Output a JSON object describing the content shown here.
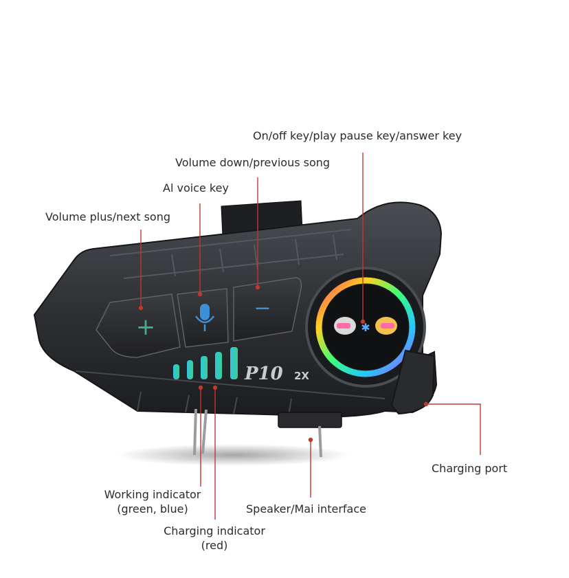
{
  "labels": {
    "power_key": "On/off key/play pause key/answer key",
    "volume_down": "Volume down/previous song",
    "ai_voice": "Al voice key",
    "volume_plus": "Volume plus/next song",
    "charging_port": "Charging port",
    "working_indicator_1": "Working indicator",
    "working_indicator_2": "(green, blue)",
    "speaker_interface": "Speaker/Mai interface",
    "charging_indicator_1": "Charging indicator",
    "charging_indicator_2": "(red)"
  },
  "device": {
    "model": "P10",
    "model_suffix": "2X",
    "plus_symbol": "+",
    "minus_symbol": "−",
    "bluetooth_symbol": "✱"
  },
  "colors": {
    "leader_line": "#c0392b",
    "body_dark": "#2c2e31",
    "button_green": "#3fae8a",
    "button_blue": "#3d8fd6",
    "indicator_cyan": "#31d9f0",
    "indicator_green": "#3fe0a0"
  }
}
